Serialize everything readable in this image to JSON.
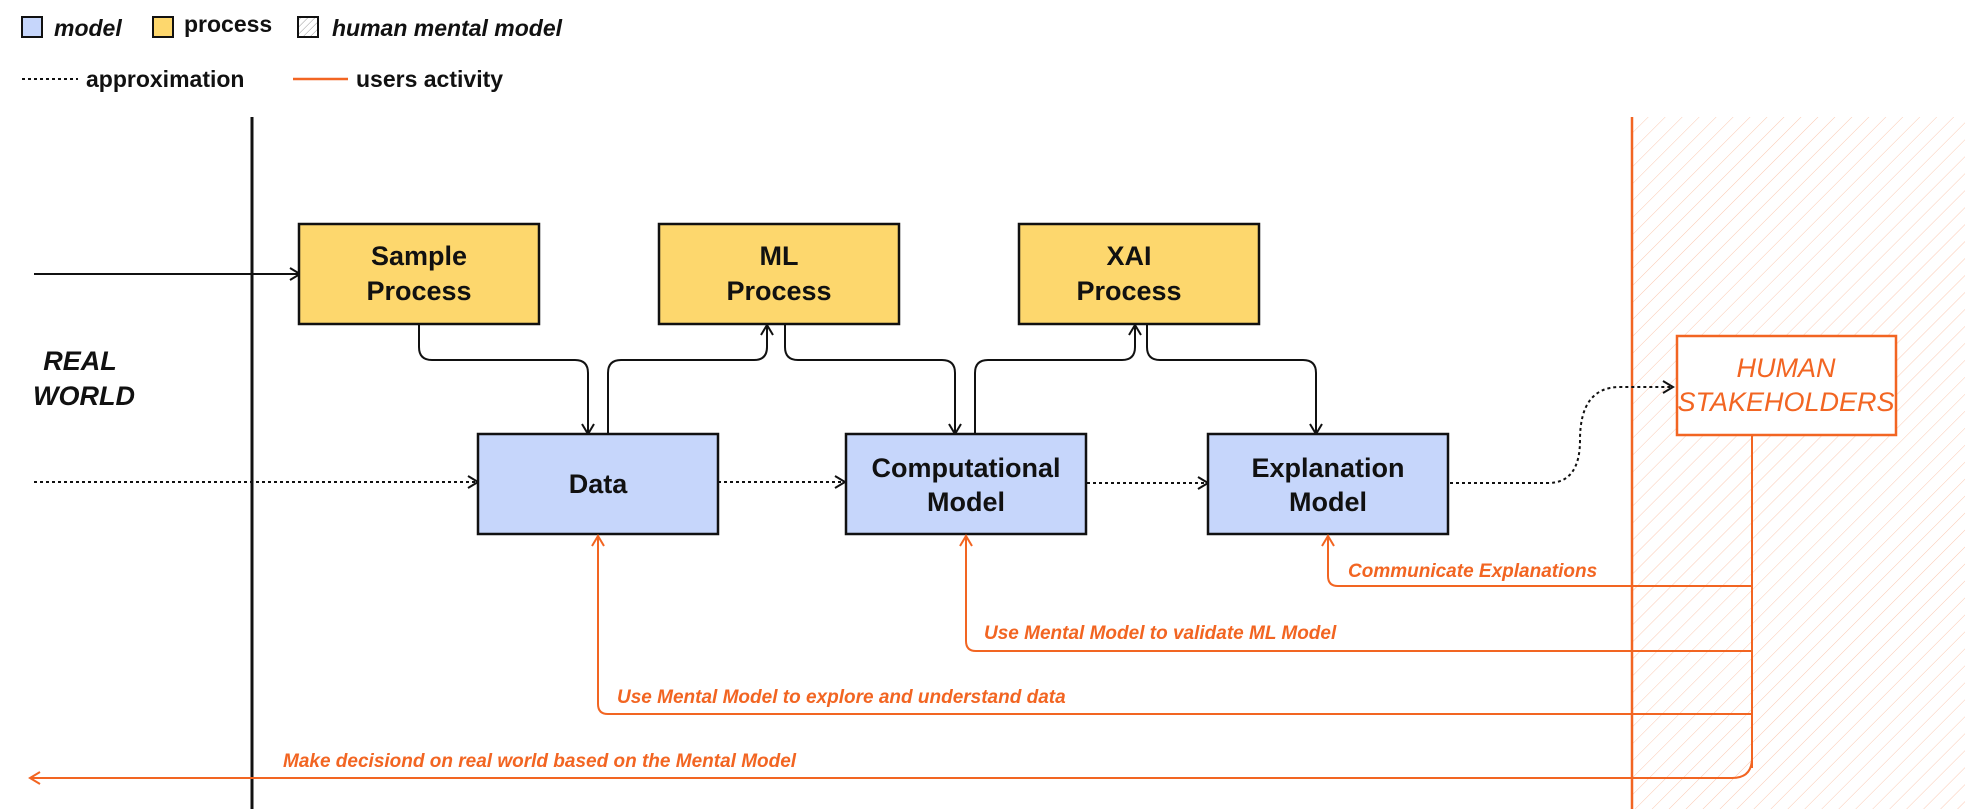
{
  "colors": {
    "model_fill": "#c6d6fb",
    "process_fill": "#fdd76d",
    "user_activity": "#f26522",
    "line": "#111111"
  },
  "legend": {
    "model": "model",
    "process": "process",
    "human_mental_model": "human mental model",
    "approximation": "approximation",
    "users_activity": "users activity"
  },
  "real_world": {
    "line1": "REAL",
    "line2": "WORLD"
  },
  "processes": {
    "sample": {
      "line1": "Sample",
      "line2": "Process"
    },
    "ml": {
      "line1": "ML",
      "line2": "Process"
    },
    "xai": {
      "line1": "XAI",
      "line2": "Process"
    }
  },
  "models": {
    "data": {
      "label": "Data"
    },
    "computational": {
      "line1": "Computational",
      "line2": "Model"
    },
    "explanation": {
      "line1": "Explanation",
      "line2": "Model"
    }
  },
  "human": {
    "line1": "HUMAN",
    "line2": "STAKEHOLDERS"
  },
  "activities": {
    "communicate": "Communicate Explanations",
    "validate": "Use Mental Model to validate ML Model",
    "explore": "Use Mental Model to explore and understand data",
    "decide": "Make decisiond on real world based on the Mental Model"
  }
}
